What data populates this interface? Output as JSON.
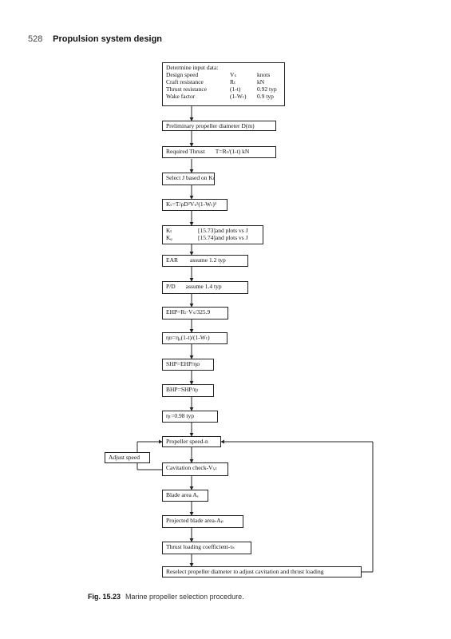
{
  "header": {
    "page_number": "528",
    "title": "Propulsion system design"
  },
  "flowchart": {
    "input": {
      "heading": "Determine input data:",
      "rows": [
        {
          "label": "Design speed",
          "symbol": "Vₛ",
          "value": "knots"
        },
        {
          "label": "Craft resistance",
          "symbol": "Rₜ",
          "value": "kN"
        },
        {
          "label": "Thrust resistance",
          "symbol": "(1-t)",
          "value": "0.92 typ"
        },
        {
          "label": "Wake factor",
          "symbol": "(1-Wₜ)",
          "value": "0.9 typ"
        }
      ]
    },
    "steps": [
      "Preliminary propeller diameter D(m)",
      "Required Thrust       T=Rₜ/(1-t) kN",
      "Select J based on Kₜ",
      "Kₜ=T/ρD²Vₛ²(1-Wₜ)²",
      "P/D       assume 1.4 typ",
      "EHP=Rₜ·Vₛ/325.9",
      "ηᴅ=η₀(1-t)/(1-Wₜ)",
      "SHP=EHP/ηᴅ",
      "BHP=SHP/ηₜ",
      "ηₜ=0.98 typ"
    ],
    "kt_kq": {
      "kt": {
        "symbol": "Kₜ",
        "text": "[15.73]and plots vs J"
      },
      "kq": {
        "symbol": "Kᵩ",
        "text": "[15.74]and plots vs J"
      }
    },
    "ear": "EAR        assume 1.2 typ",
    "propeller_speed": "Propeller speed-n",
    "adjust_speed": "Adjust speed",
    "cavitation": "Cavitation check-Vₗ,ₜ",
    "blade_area": "Blade area Aₑ",
    "projected_area": "Projected blade area-Aₚ",
    "thrust_loading": "Thrust loading coefficient-τₖ",
    "reselect": "Reselect propeller diameter to adjust cavitation and thrust loading"
  },
  "caption": {
    "label": "Fig. 15.23",
    "text": "Marine propeller selection procedure."
  }
}
